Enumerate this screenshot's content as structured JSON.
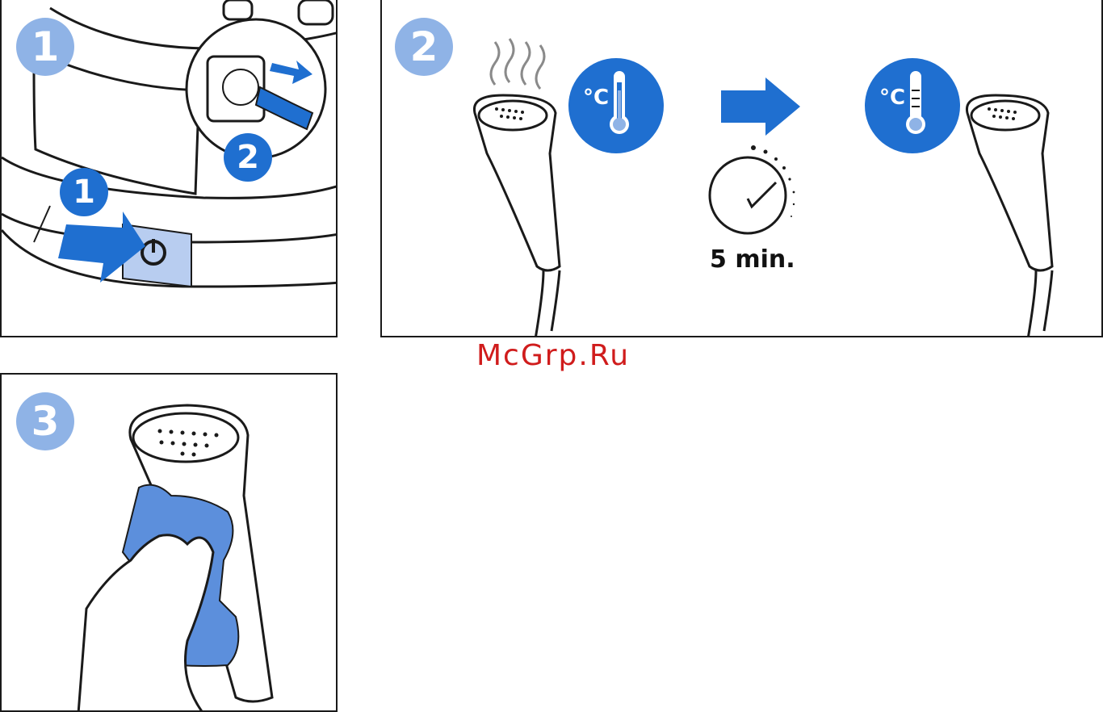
{
  "panels": [
    {
      "step": "1",
      "sub_steps": [
        "1",
        "2"
      ]
    },
    {
      "step": "2",
      "temperature_unit": "°C",
      "arrow": "right-arrow",
      "wait_time": "5 min."
    },
    {
      "step": "3"
    }
  ],
  "watermark": "McGrp.Ru",
  "colors": {
    "badge_light_blue": "#8fb3e6",
    "accent_blue": "#1f6fd0",
    "cloth_blue": "#5c8fdc",
    "watermark_red": "#d01c1c"
  },
  "icons": [
    "power-icon",
    "plug-icon",
    "socket-icon",
    "steam-icon",
    "thermometer-icon",
    "timer-icon",
    "arrow-icon",
    "hand-icon",
    "cloth-icon"
  ]
}
